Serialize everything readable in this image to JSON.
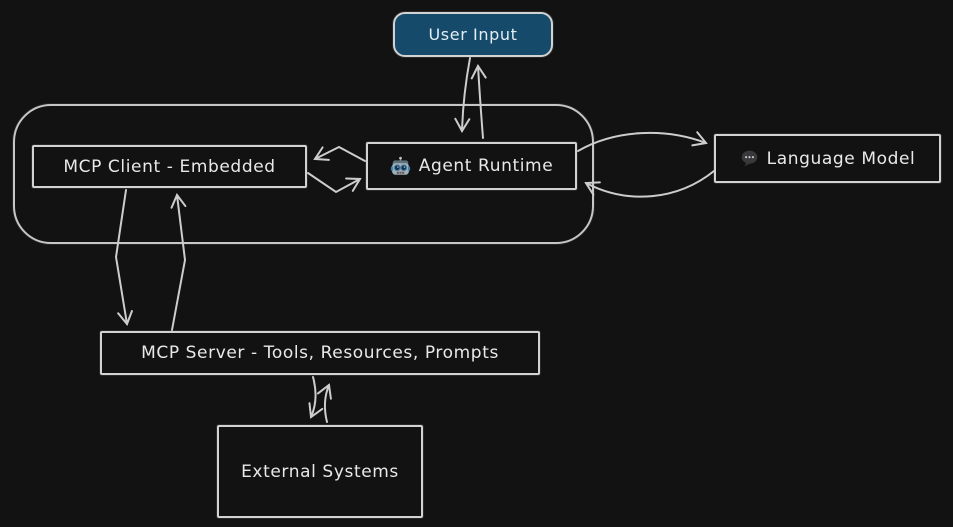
{
  "diagram": {
    "title": "MCP agent architecture diagram",
    "colors": {
      "background": "#121212",
      "stroke": "#d2d2d2",
      "arrow": "#cdcdcd",
      "user_input_fill": "#164a6b",
      "text": "#e9e9e9"
    },
    "nodes": {
      "user_input": {
        "label": "User Input",
        "shape": "rounded-rectangle",
        "fill": "#164a6b"
      },
      "agent_runtime": {
        "label": "Agent Runtime",
        "icon": "robot-icon",
        "shape": "rectangle"
      },
      "mcp_client": {
        "label": "MCP Client - Embedded",
        "shape": "rectangle"
      },
      "language_model": {
        "label": "Language Model",
        "icon": "speech-balloon-icon",
        "shape": "rectangle"
      },
      "mcp_server": {
        "label": "MCP Server - Tools, Resources, Prompts",
        "shape": "rectangle"
      },
      "external_systems": {
        "label": "External Systems",
        "shape": "rectangle"
      },
      "host_group": {
        "label": "",
        "shape": "rounded-container"
      }
    },
    "edges": [
      {
        "from": "user_input",
        "to": "agent_runtime"
      },
      {
        "from": "agent_runtime",
        "to": "user_input"
      },
      {
        "from": "agent_runtime",
        "to": "mcp_client"
      },
      {
        "from": "mcp_client",
        "to": "agent_runtime"
      },
      {
        "from": "agent_runtime",
        "to": "language_model"
      },
      {
        "from": "language_model",
        "to": "agent_runtime"
      },
      {
        "from": "mcp_client",
        "to": "mcp_server"
      },
      {
        "from": "mcp_server",
        "to": "mcp_client"
      },
      {
        "from": "mcp_server",
        "to": "external_systems"
      },
      {
        "from": "external_systems",
        "to": "mcp_server"
      }
    ]
  }
}
